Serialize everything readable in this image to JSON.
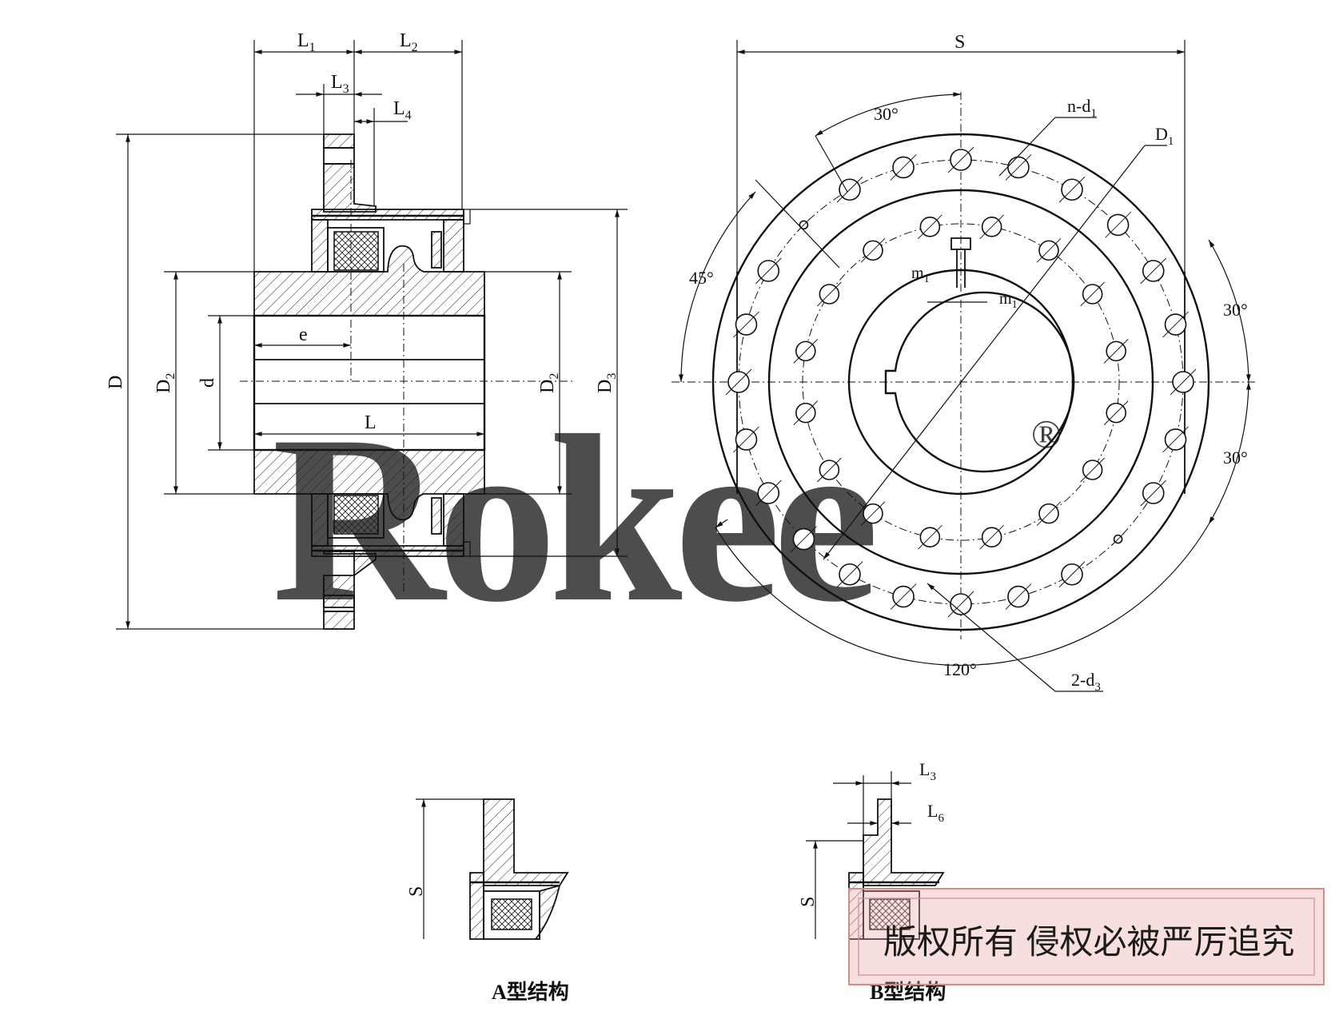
{
  "brand": {
    "watermark_text": "Rokee",
    "watermark_color": "#b7d3ea",
    "registered_mark": "®"
  },
  "copyright_stamp": {
    "text": "版权所有 侵权必被严厉追究",
    "color": "#c74b4b"
  },
  "main_view": {
    "dims": {
      "L1": {
        "main": "L",
        "sub": "1"
      },
      "L2": {
        "main": "L",
        "sub": "2"
      },
      "L3": {
        "main": "L",
        "sub": "3"
      },
      "L4": {
        "main": "L",
        "sub": "4"
      },
      "D": {
        "main": "D",
        "sub": ""
      },
      "D2_left": {
        "main": "D",
        "sub": "2"
      },
      "d": {
        "main": "d",
        "sub": ""
      },
      "e": {
        "main": "e",
        "sub": ""
      },
      "L": {
        "main": "L",
        "sub": ""
      },
      "D2_right": {
        "main": "D",
        "sub": "2"
      },
      "D3": {
        "main": "D",
        "sub": "3"
      }
    }
  },
  "end_view": {
    "dims": {
      "S": {
        "main": "S",
        "sub": ""
      },
      "angle_30_top": {
        "main": "30°",
        "sub": ""
      },
      "n_d1": {
        "main": "n-d",
        "sub": "1"
      },
      "D1": {
        "main": "D",
        "sub": "1"
      },
      "angle_45": {
        "main": "45°",
        "sub": ""
      },
      "m1_a": {
        "main": "m",
        "sub": "1"
      },
      "m1_b": {
        "main": "m",
        "sub": "1"
      },
      "angle_30_right_top": {
        "main": "30°",
        "sub": ""
      },
      "angle_30_right_bottom": {
        "main": "30°",
        "sub": ""
      },
      "angle_120": {
        "main": "120°",
        "sub": ""
      },
      "two_d3": {
        "main": "2-d",
        "sub": "3"
      }
    }
  },
  "type_a": {
    "caption": "A型结构",
    "dims": {
      "S": {
        "main": "S",
        "sub": ""
      }
    }
  },
  "type_b": {
    "caption": "B型结构",
    "dims": {
      "L3": {
        "main": "L",
        "sub": "3"
      },
      "L6": {
        "main": "L",
        "sub": "6"
      },
      "S": {
        "main": "S",
        "sub": ""
      }
    }
  }
}
